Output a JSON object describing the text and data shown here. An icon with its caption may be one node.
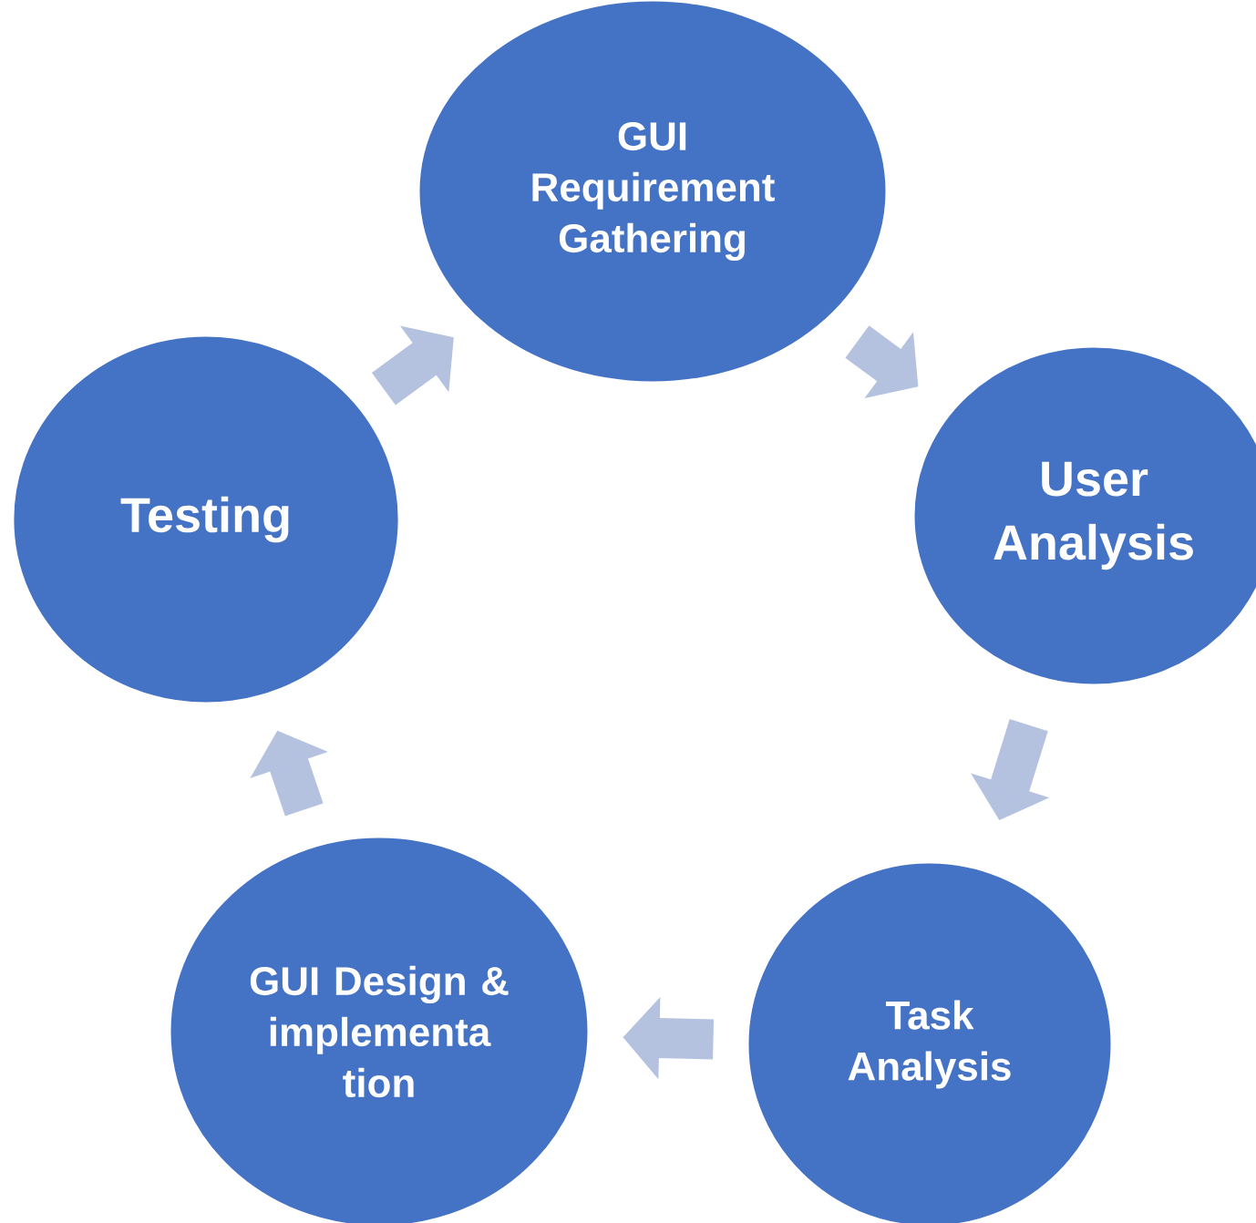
{
  "diagram": {
    "nodes": [
      {
        "text": [
          "GUI Requirement Gathering"
        ]
      },
      {
        "text": [
          "User Analysis"
        ]
      },
      {
        "text": [
          "Task Analysis"
        ]
      },
      {
        "text": [
          "GUI Design & implementa tion"
        ]
      },
      {
        "text": [
          "Testing"
        ]
      }
    ],
    "edges": [
      {
        "from": 0,
        "to": 1,
        "arrow": "to"
      },
      {
        "from": 1,
        "to": 2,
        "arrow": "to"
      },
      {
        "from": 2,
        "to": 3,
        "arrow": "to"
      },
      {
        "from": 3,
        "to": 4,
        "arrow": "to"
      },
      {
        "from": 4,
        "to": 0,
        "arrow": "to"
      }
    ]
  }
}
